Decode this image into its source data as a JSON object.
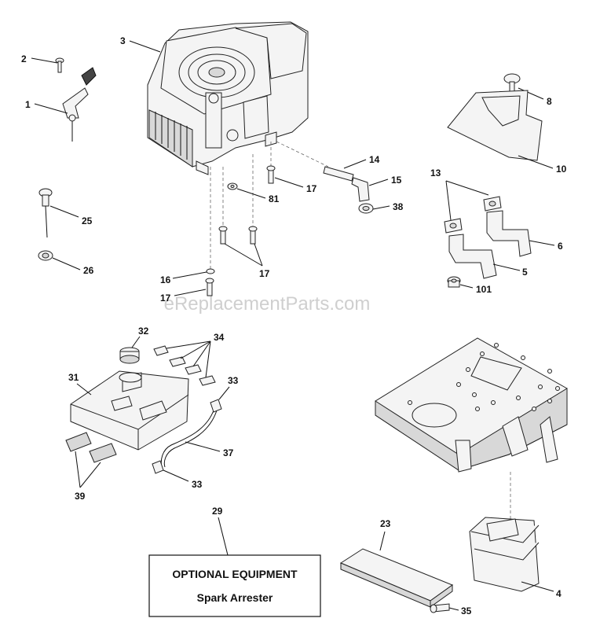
{
  "watermark": "eReplacementParts.com",
  "optional_box": {
    "title": "OPTIONAL EQUIPMENT",
    "subtitle": "Spark Arrester"
  },
  "callouts": {
    "c1": "1",
    "c2": "2",
    "c3": "3",
    "c4": "4",
    "c5": "5",
    "c6": "6",
    "c8": "8",
    "c10": "10",
    "c13": "13",
    "c14": "14",
    "c15": "15",
    "c16": "16",
    "c17a": "17",
    "c17b": "17",
    "c17c": "17",
    "c23": "23",
    "c25": "25",
    "c26": "26",
    "c29": "29",
    "c31": "31",
    "c32": "32",
    "c33a": "33",
    "c33b": "33",
    "c34": "34",
    "c35": "35",
    "c37": "37",
    "c38": "38",
    "c39": "39",
    "c81": "81",
    "c101": "101"
  }
}
